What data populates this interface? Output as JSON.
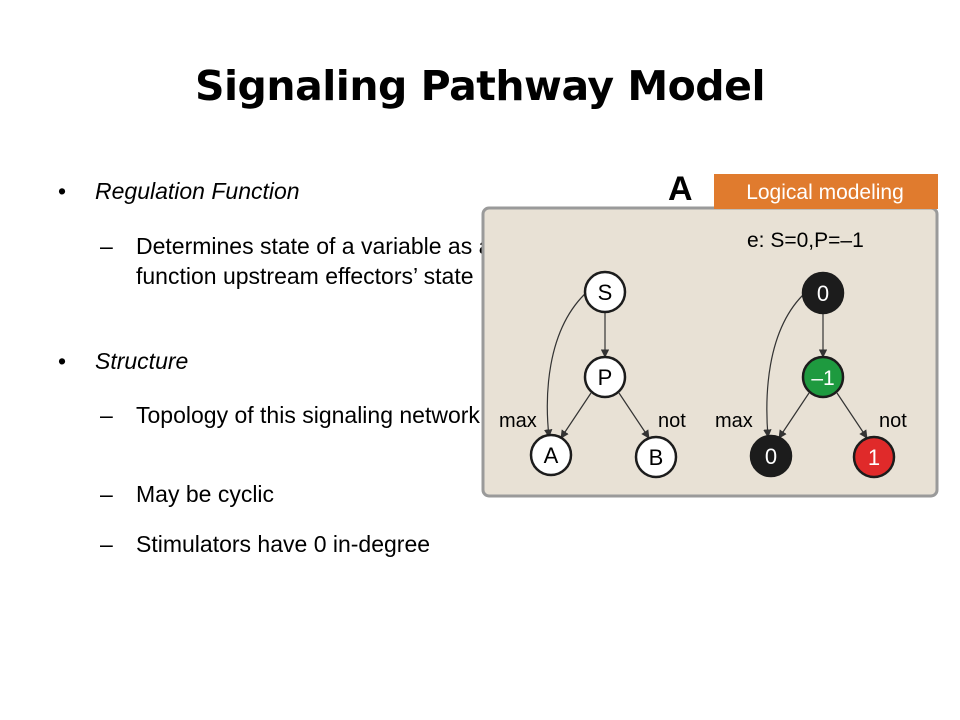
{
  "slide": {
    "title": "Signaling Pathway Model"
  },
  "bullets": [
    {
      "label": "Regulation Function",
      "subitems": [
        "Determines state of a variable as a function upstream effectors’ state"
      ]
    },
    {
      "label": "Structure",
      "subitems": [
        "Topology of this signaling network",
        "May be cyclic",
        "Stimulators have 0 in-degree"
      ]
    }
  ],
  "figure": {
    "panel_letter": "A",
    "header": "Logical modeling",
    "equation": "e: S=0,P=–1",
    "left_network": {
      "nodes": [
        "S",
        "P",
        "A",
        "B"
      ],
      "edge_labels": [
        "max",
        "not"
      ]
    },
    "right_network": {
      "nodes": [
        "0",
        "–1",
        "0",
        "1"
      ],
      "edge_labels": [
        "max",
        "not"
      ]
    },
    "colors": {
      "header_bg": "#e07b2e",
      "panel_bg": "#e8e1d5",
      "panel_border": "#9a9a9a",
      "node_black": "#1c1c1c",
      "node_green": "#1e9a3f",
      "node_red": "#e02a2a"
    }
  }
}
